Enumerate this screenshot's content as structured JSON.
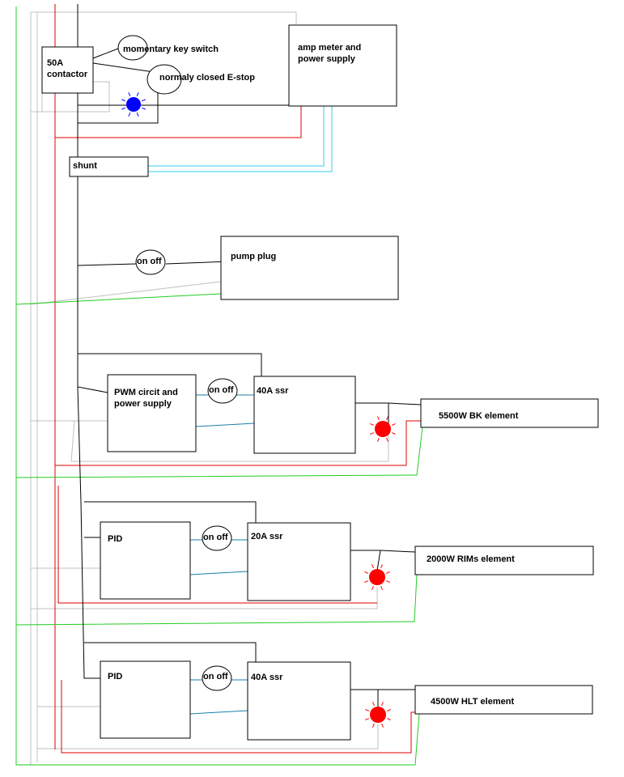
{
  "components": {
    "contactor": "50A\ncontactor",
    "key_switch": "momentary key switch",
    "estop": "normaly closed E-stop",
    "amp_meter": "amp meter and\npower supply",
    "shunt": "shunt",
    "pump_plug": "pump plug",
    "pwm": "PWM circit and\npower supply",
    "ssr_bk": "40A ssr",
    "bk_element": "5500W BK element",
    "pid_rims": "PID",
    "ssr_rims": "20A ssr",
    "rims_element": "2000W RIMs element",
    "pid_hlt": "PID",
    "ssr_hlt": "40A ssr",
    "hlt_element": "4500W HLT element"
  },
  "switches": {
    "pump": "on off",
    "bk": "on off",
    "rims": "on off",
    "hlt": "on off"
  },
  "indicators": {
    "power": "#0000ff",
    "bk": "#ff0000",
    "rims": "#ff0000",
    "hlt": "#ff0000"
  },
  "wire_colors": {
    "hot": "#e00000",
    "ground": "#22cc22",
    "neutral": "#c0c0c0",
    "bus": "#000000",
    "control": "#1a7fa8",
    "meter": "#33ccee"
  }
}
